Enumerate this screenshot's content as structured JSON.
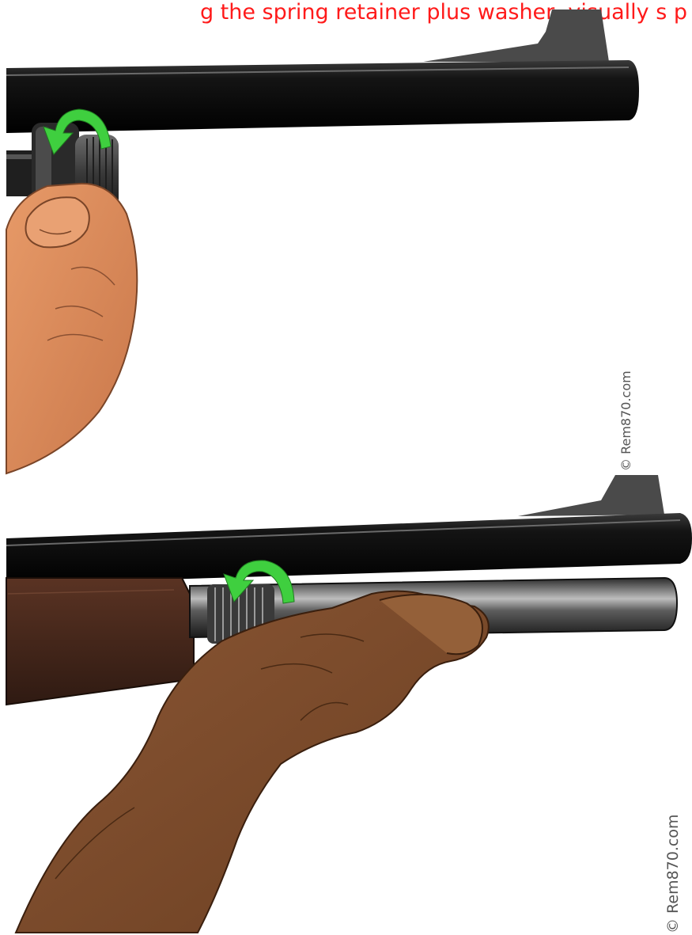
{
  "caption": "g the spring retainer plus washer, visually s p",
  "watermarks": [
    "© Rem870.com",
    "© Rem870.com"
  ],
  "colors": {
    "caption": "#ff1a1a",
    "barrel": "#1a1a1a",
    "arrow": "#3fcf3f",
    "hand_light": "#d88a5e",
    "hand_dark": "#7b4a2c",
    "wood": "#4a2a1c",
    "magazine_tube": "#5a5a5a"
  },
  "icons": [
    "counterclockwise-arrow-icon",
    "counterclockwise-arrow-icon"
  ]
}
